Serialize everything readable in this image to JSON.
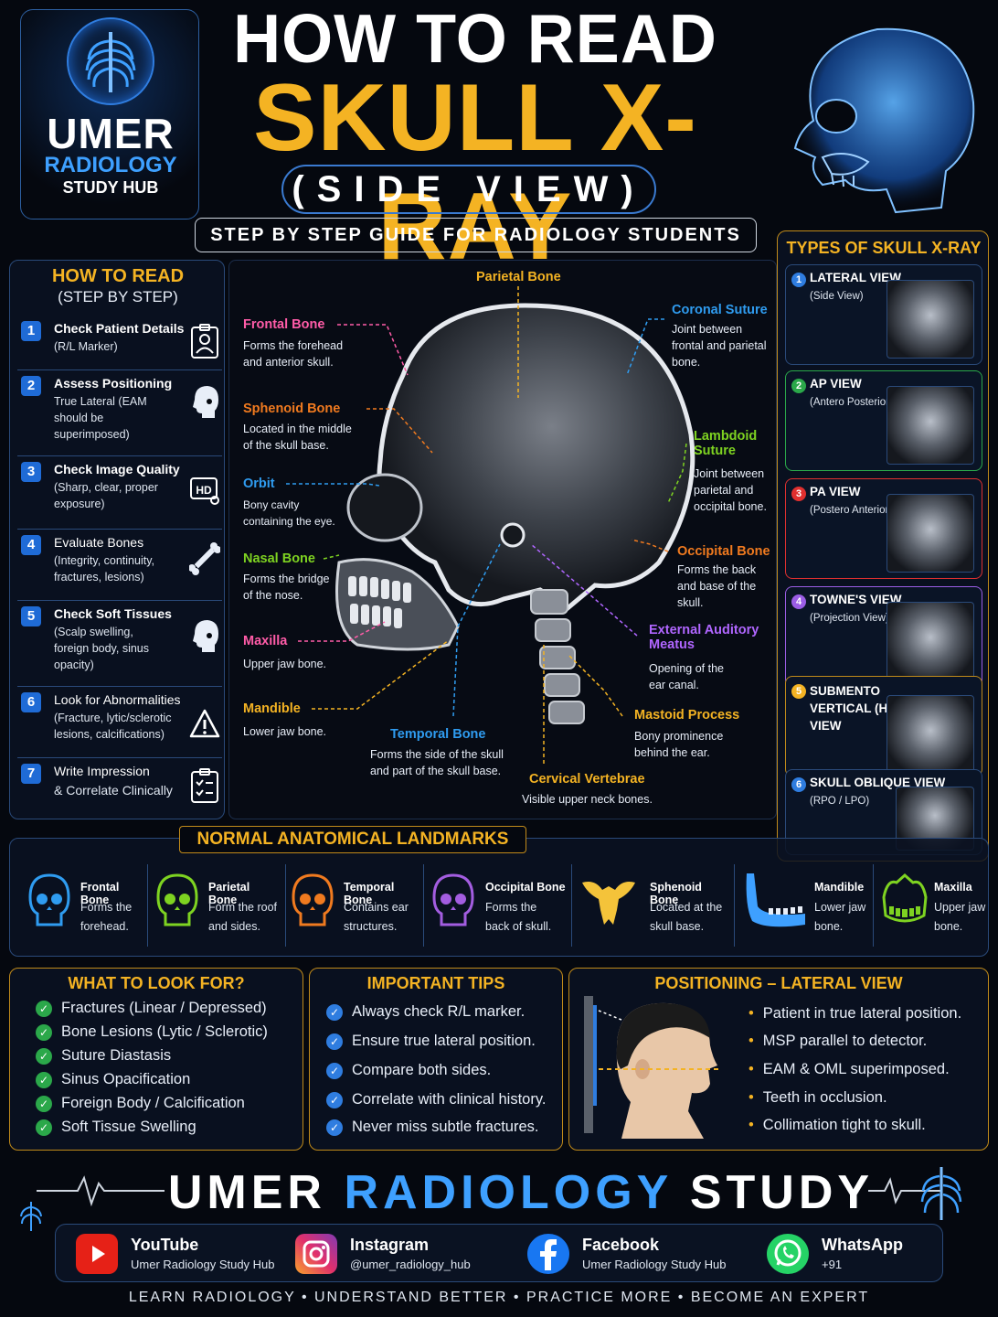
{
  "brand": {
    "line1": "UMER",
    "line2": "RADIOLOGY",
    "line3": "STUDY HUB"
  },
  "header": {
    "title_top": "HOW TO READ",
    "title_main": "SKULL X-RAY",
    "title_view": "(SIDE VIEW)",
    "subtitle": "STEP BY STEP GUIDE FOR RADIOLOGY STUDENTS"
  },
  "steps": {
    "title": "HOW TO READ",
    "subtitle": "(STEP BY STEP)",
    "items": [
      {
        "num": "1",
        "title": "Check Patient Details",
        "desc": "(R/L Marker)",
        "icon": "id-badge-icon"
      },
      {
        "num": "2",
        "title": "Assess Positioning",
        "desc": "True Lateral (EAM should be superimposed)",
        "icon": "head-profile-icon"
      },
      {
        "num": "3",
        "title": "Check Image Quality",
        "desc": "(Sharp, clear, proper exposure)",
        "icon": "hd-monitor-icon"
      },
      {
        "num": "4",
        "title": "Evaluate Bones",
        "desc": "(Integrity, continuity, fractures, lesions)",
        "icon": "bone-icon"
      },
      {
        "num": "5",
        "title": "Check Soft Tissues",
        "desc": "(Scalp swelling, foreign body, sinus opacity)",
        "icon": "head-profile-icon"
      },
      {
        "num": "6",
        "title": "Look for Abnormalities",
        "desc": "(Fracture, lytic/sclerotic lesions, calcifications)",
        "icon": "warning-icon"
      },
      {
        "num": "7",
        "title": "Write Impression",
        "desc": "& Correlate Clinically",
        "icon": "clipboard-check-icon"
      }
    ]
  },
  "xray": {
    "parietal": {
      "name": "Parietal Bone"
    },
    "coronal": {
      "name": "Coronal Suture",
      "desc": "Joint between frontal and parietal bone."
    },
    "frontal": {
      "name": "Frontal Bone",
      "desc": "Forms the forehead and anterior skull."
    },
    "sphenoid": {
      "name": "Sphenoid Bone",
      "desc": "Located in the middle of the skull base."
    },
    "orbit": {
      "name": "Orbit",
      "desc": "Bony cavity containing the eye."
    },
    "lambdoid": {
      "name": "Lambdoid Suture",
      "desc": "Joint between parietal and occipital bone."
    },
    "occipital": {
      "name": "Occipital Bone",
      "desc": "Forms the back and base of the skull."
    },
    "nasal": {
      "name": "Nasal Bone",
      "desc": "Forms the bridge of the nose."
    },
    "maxilla": {
      "name": "Maxilla",
      "desc": "Upper jaw bone."
    },
    "eam": {
      "name": "External Auditory Meatus",
      "desc": "Opening of the ear canal."
    },
    "mandible": {
      "name": "Mandible",
      "desc": "Lower jaw bone."
    },
    "mastoid": {
      "name": "Mastoid Process",
      "desc": "Bony prominence behind the ear."
    },
    "temporal": {
      "name": "Temporal Bone",
      "desc": "Forms the side of the skull and part of the skull base."
    },
    "cervical": {
      "name": "Cervical Vertebrae",
      "desc": "Visible upper neck bones."
    }
  },
  "types": {
    "title": "TYPES OF SKULL X-RAY",
    "items": [
      {
        "num": "1",
        "name": "LATERAL VIEW",
        "sub": "(Side View)",
        "color": "#2f7de0"
      },
      {
        "num": "2",
        "name": "AP VIEW",
        "sub": "(Antero Posterior)",
        "color": "#2ba84a"
      },
      {
        "num": "3",
        "name": "PA VIEW",
        "sub": "(Postero Anterior)",
        "color": "#e0302f"
      },
      {
        "num": "4",
        "name": "TOWNE'S VIEW",
        "sub": "(Projection View)",
        "color": "#9b5de5"
      },
      {
        "num": "5",
        "name": "SUBMENTO VERTICAL (HSMV) VIEW",
        "sub": "",
        "color": "#f4b323"
      },
      {
        "num": "6",
        "name": "SKULL OBLIQUE VIEW",
        "sub": "(RPO / LPO)",
        "color": "#2f7de0"
      }
    ]
  },
  "landmarks": {
    "title": "NORMAL ANATOMICAL LANDMARKS",
    "items": [
      {
        "name": "Frontal Bone",
        "desc": "Forms the forehead.",
        "color": "#2f9cf0"
      },
      {
        "name": "Parietal Bone",
        "desc": "Form the roof and sides.",
        "color": "#7ed321"
      },
      {
        "name": "Temporal Bone",
        "desc": "Contains ear structures.",
        "color": "#f07a1f"
      },
      {
        "name": "Occipital Bone",
        "desc": "Forms the back of skull.",
        "color": "#a35de0"
      },
      {
        "name": "Sphenoid Bone",
        "desc": "Located at the skull base.",
        "color": "#f4c33a"
      },
      {
        "name": "Mandible",
        "desc": "Lower jaw bone.",
        "color": "#3ea0ff"
      },
      {
        "name": "Maxilla",
        "desc": "Upper jaw bone.",
        "color": "#7ed321"
      }
    ]
  },
  "look_for": {
    "title": "WHAT TO LOOK FOR?",
    "items": [
      "Fractures (Linear / Depressed)",
      "Bone Lesions (Lytic / Sclerotic)",
      "Suture Diastasis",
      "Sinus Opacification",
      "Foreign Body / Calcification",
      "Soft Tissue Swelling"
    ]
  },
  "tips": {
    "title": "IMPORTANT TIPS",
    "items": [
      "Always check R/L marker.",
      "Ensure true lateral position.",
      "Compare both sides.",
      "Correlate with clinical history.",
      "Never miss subtle fractures."
    ]
  },
  "positioning": {
    "title": "POSITIONING – LATERAL VIEW",
    "items": [
      "Patient in true lateral position.",
      "MSP parallel to detector.",
      "EAM & OML superimposed.",
      "Teeth in occlusion.",
      "Collimation tight to skull."
    ]
  },
  "footer": {
    "title_a": "UMER",
    "title_b": "RADIOLOGY",
    "title_c": "STUDY HUB",
    "socials": [
      {
        "name": "YouTube",
        "handle": "Umer Radiology Study Hub",
        "color": "#e62117"
      },
      {
        "name": "Instagram",
        "handle": "@umer_radiology_hub",
        "color": "#c13584"
      },
      {
        "name": "Facebook",
        "handle": "Umer Radiology Study Hub",
        "color": "#1877f2"
      },
      {
        "name": "WhatsApp",
        "handle": "+91",
        "color": "#25d366"
      }
    ],
    "slogan": "LEARN RADIOLOGY  •  UNDERSTAND BETTER  •  PRACTICE MORE  •  BECOME AN EXPERT"
  }
}
